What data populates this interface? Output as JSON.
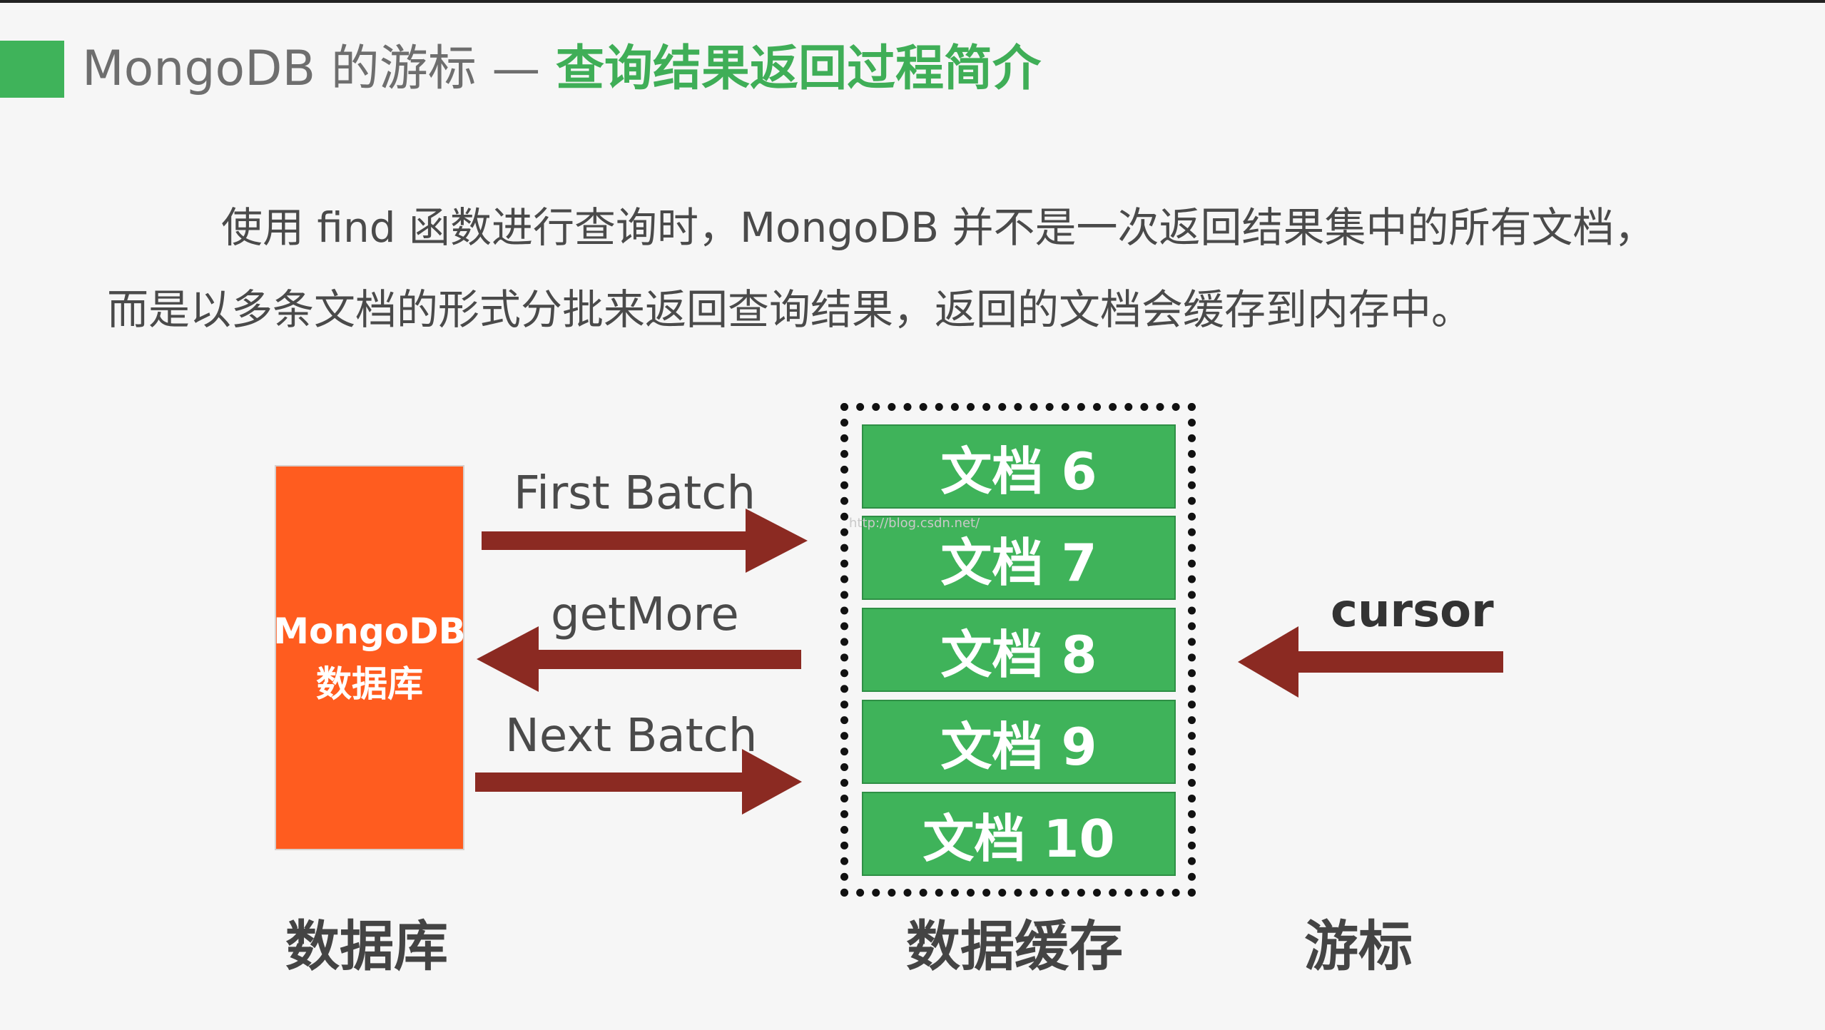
{
  "title": {
    "prefix": "MongoDB 的游标 — ",
    "highlight": "查询结果返回过程简介"
  },
  "intro": "使用 find 函数进行查询时，MongoDB 并不是一次返回结果集中的所有文档，而是以多条文档的形式分批来返回查询结果，返回的文档会缓存到内存中。",
  "database_box": {
    "line1": "MongoDB",
    "line2": "数据库"
  },
  "arrows": {
    "first_batch": "First Batch",
    "get_more": "getMore",
    "next_batch": "Next Batch",
    "cursor": "cursor"
  },
  "documents": [
    "文档 6",
    "文档 7",
    "文档 8",
    "文档 9",
    "文档 10"
  ],
  "captions": {
    "database": "数据库",
    "cache": "数据缓存",
    "cursor": "游标"
  },
  "watermark": "http://blog.csdn.net/",
  "colors": {
    "green": "#3fb35a",
    "orange": "#ff5c1f",
    "arrow": "#8b2a22"
  }
}
